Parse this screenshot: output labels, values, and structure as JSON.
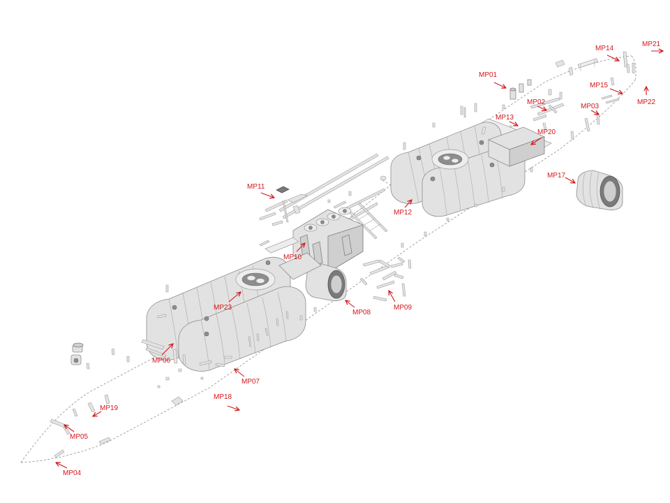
{
  "markers": [
    {
      "id": "mp01",
      "label": "MP01"
    },
    {
      "id": "mp02",
      "label": "MP02"
    },
    {
      "id": "mp03",
      "label": "MP03"
    },
    {
      "id": "mp04",
      "label": "MP04"
    },
    {
      "id": "mp05",
      "label": "MP05"
    },
    {
      "id": "mp06",
      "label": "MP06"
    },
    {
      "id": "mp07",
      "label": "MP07"
    },
    {
      "id": "mp08",
      "label": "MP08"
    },
    {
      "id": "mp09",
      "label": "MP09"
    },
    {
      "id": "mp10",
      "label": "MP10"
    },
    {
      "id": "mp11",
      "label": "MP11"
    },
    {
      "id": "mp12",
      "label": "MP12"
    },
    {
      "id": "mp13",
      "label": "MP13"
    },
    {
      "id": "mp14",
      "label": "MP14"
    },
    {
      "id": "mp15",
      "label": "MP15"
    },
    {
      "id": "mp17",
      "label": "MP17"
    },
    {
      "id": "mp18",
      "label": "MP18"
    },
    {
      "id": "mp19",
      "label": "MP19"
    },
    {
      "id": "mp20",
      "label": "MP20"
    },
    {
      "id": "mp21",
      "label": "MP21"
    },
    {
      "id": "mp22",
      "label": "MP22"
    },
    {
      "id": "mp23",
      "label": "MP23"
    }
  ],
  "colors": {
    "marker": "#d4161a",
    "hull_outline": "#9a9a9a",
    "part_fill": "#e2e2e2",
    "part_dark": "#7a7a7a"
  }
}
